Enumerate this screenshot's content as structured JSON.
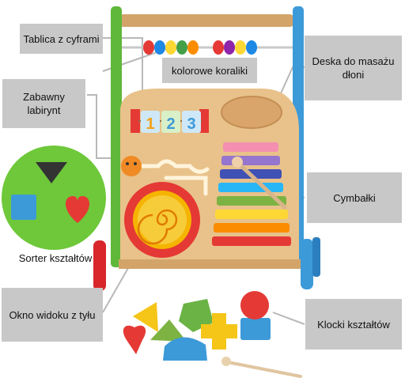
{
  "image": {
    "subject": "wooden activity walker toy with labeled callouts",
    "colors": {
      "frame_green": "#5fb83a",
      "frame_blue": "#3d9ad8",
      "board_wood": "#e8c28a",
      "handle_wood": "#d3a46a",
      "callout_gray": "#c8c8c8",
      "leader_line": "#b5b5b5",
      "wheel_red": "#d8262b",
      "sorter_green": "#6ec83a"
    }
  },
  "labels": {
    "number_board": "Tablica z cyframi",
    "colored_beads": "kolorowe koraliki",
    "massage_board": "Deska do masażu dłoni",
    "maze": "Zabawny labirynt",
    "xylophone": "Cymbałki",
    "shape_sorter": "Sorter kształtów",
    "back_window": "Okno widoku  z tyłu",
    "shape_blocks": "Klocki kształtów"
  },
  "number_tiles": [
    "1",
    "2",
    "3"
  ]
}
